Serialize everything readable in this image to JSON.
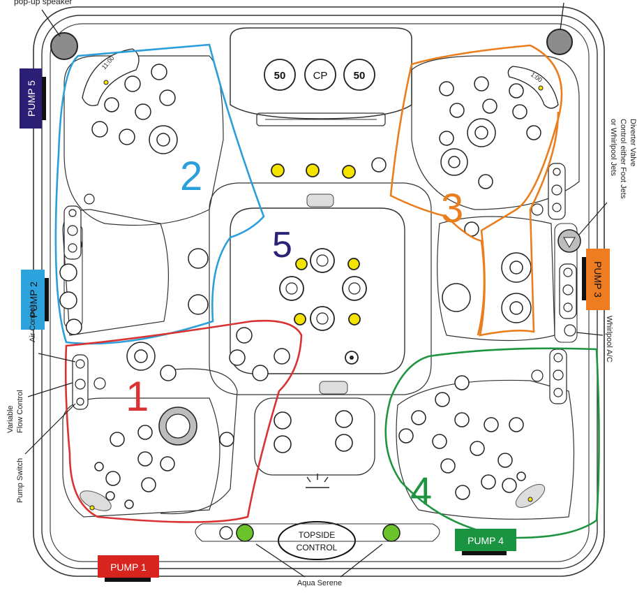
{
  "labels": {
    "top_left": "pop-up speaker",
    "diverter": [
      "Diverter Valve",
      "Control either Foot Jets",
      "or Whirlpool Jets"
    ],
    "whirlpool_ac": "Whirlpool A/C",
    "air_control": "Air Control",
    "variable_flow": [
      "Variable",
      "Flow Control"
    ],
    "pump_switch": "Pump Switch",
    "aqua_serene": "Aqua Serene",
    "topside": [
      "TOPSIDE",
      "CONTROL"
    ],
    "pillow_left": "11:00",
    "pillow_right": "1:00"
  },
  "pumps": {
    "p1": "PUMP  1",
    "p2": "PUMP  2",
    "p3": "PUMP  3",
    "p4": "PUMP  4",
    "p5": "PUMP  5"
  },
  "zones": {
    "z1": "1",
    "z2": "2",
    "z3": "3",
    "z4": "4",
    "z5": "5"
  },
  "lounger": {
    "left": "50",
    "center": "CP",
    "right": "50"
  },
  "colors": {
    "zone1": "#d93232",
    "zone2": "#2b9fd9",
    "zone3": "#ea7d1c",
    "zone4": "#1e9440",
    "zone5": "#2a2375",
    "pump1": "#d7241f",
    "pump2": "#2ea2dc",
    "pump3": "#ee7d22",
    "pump4": "#1b9442",
    "pump5": "#2a1f74",
    "yellow": "#f5e400",
    "green": "#6cc22a",
    "grey": "#8c8c8c"
  }
}
